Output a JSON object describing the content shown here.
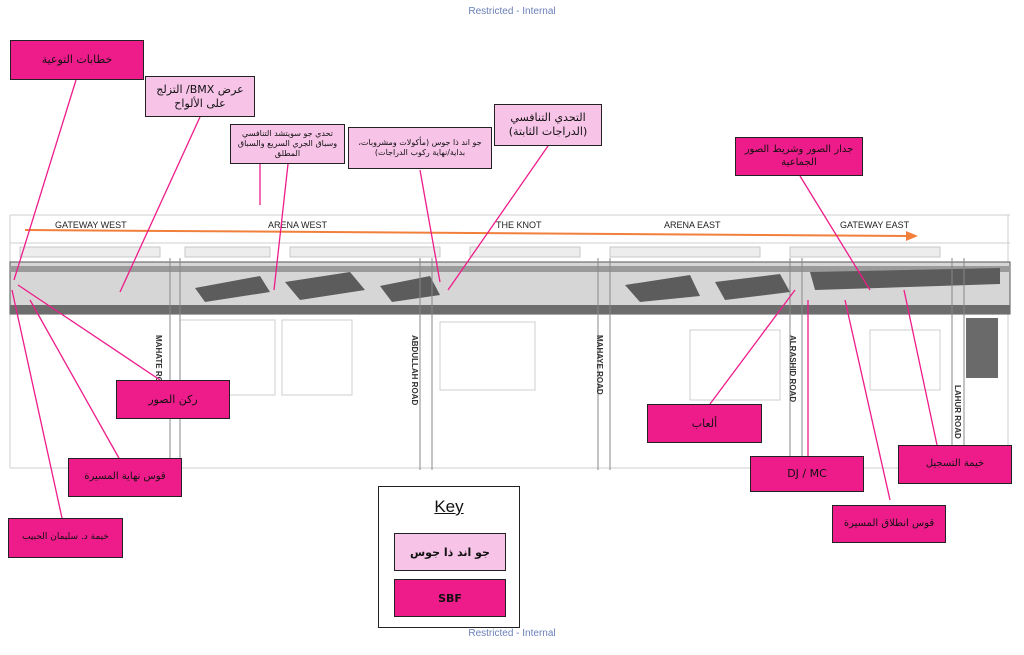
{
  "classification": {
    "top": "Restricted - Internal",
    "bottom": "Restricted - Internal"
  },
  "zones": [
    "GATEWAY WEST",
    "ARENA WEST",
    "THE KNOT",
    "ARENA EAST",
    "GATEWAY EAST"
  ],
  "roads": [
    "MAHATE ROAD",
    "ABDULLAH ROAD",
    "MAHAYE ROAD",
    "ALRASHID ROAD",
    "LAHUR ROAD"
  ],
  "labels": {
    "awareness_speeches": "خطابات التوعية",
    "bmx_show": "عرض BMX/ التزلج على الألواح",
    "challenge": "تحدي جو سويتشد التنافسي وسباق الجري السريع والسباق المطلق",
    "go_and_the_goose": "جو اند ذا جوس (مأكولات ومشروبات، بداية/نهاية ركوب الدراجات)",
    "competitive_challenge": "التحدي التنافسي (الدراجات الثابتة)",
    "photo_wall": "جدار الصور وشريط الصور الجماعية",
    "photo_corner": "ركن الصور",
    "finish_arch": "قوس نهاية المسيرة",
    "dr_tent": "خيمة د. سليمان الحبيب",
    "games": "ألعاب",
    "dj_mc": "DJ / MC",
    "registration_tent": "خيمة التسجيل",
    "start_arch": "قوس انطلاق المسيرة"
  },
  "key": {
    "title": "Key",
    "items": [
      "جو اند ذا جوس",
      "SBF"
    ]
  },
  "colors": {
    "magenta": "#ee1c8a",
    "light_pink": "#f7c4e8",
    "arrow": "#f0803c",
    "leader": "#ee1c8a"
  }
}
